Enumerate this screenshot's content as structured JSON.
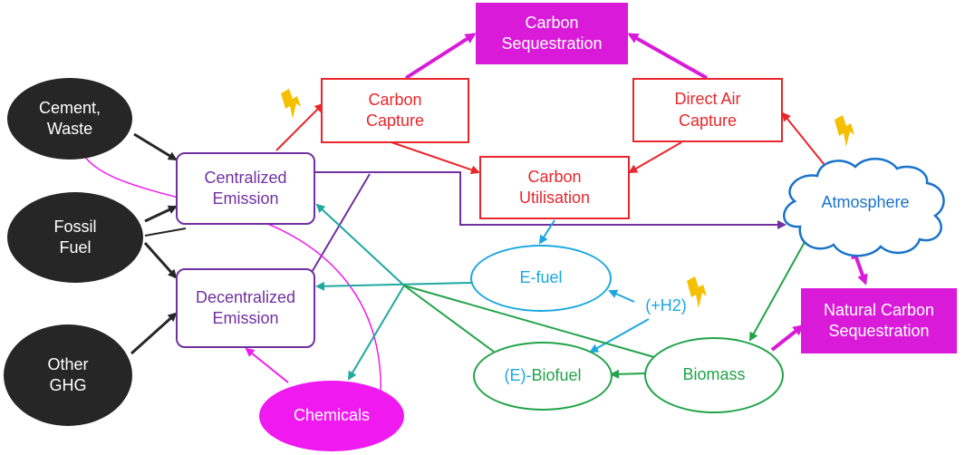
{
  "diagram": {
    "nodes": {
      "cement_waste": "Cement,\nWaste",
      "fossil_fuel": "Fossil\nFuel",
      "other_ghg": "Other\nGHG",
      "centralized_emission": "Centralized\nEmission",
      "decentralized_emission": "Decentralized\nEmission",
      "carbon_capture": "Carbon\nCapture",
      "carbon_sequestration": "Carbon\nSequestration",
      "direct_air_capture": "Direct Air\nCapture",
      "carbon_utilisation": "Carbon\nUtilisation",
      "atmosphere": "Atmosphere",
      "e_fuel": "E-fuel",
      "h2": "(+H2)",
      "natural_carbon_sequestration": "Natural Carbon\nSequestration",
      "e_biofuel_prefix": "(E)-",
      "e_biofuel_suffix": "Biofuel",
      "biomass": "Biomass",
      "chemicals": "Chemicals"
    },
    "colors": {
      "dark": "#262626",
      "red": "#e8262b",
      "purple": "#7030a0",
      "magenta": "#d91bd9",
      "blue": "#1aa7e0",
      "green": "#22a34a",
      "bolt": "#f5c000"
    },
    "icons": [
      "lightning-bolt-icon",
      "lightning-bolt-icon",
      "lightning-bolt-icon",
      "cloud-icon"
    ]
  }
}
